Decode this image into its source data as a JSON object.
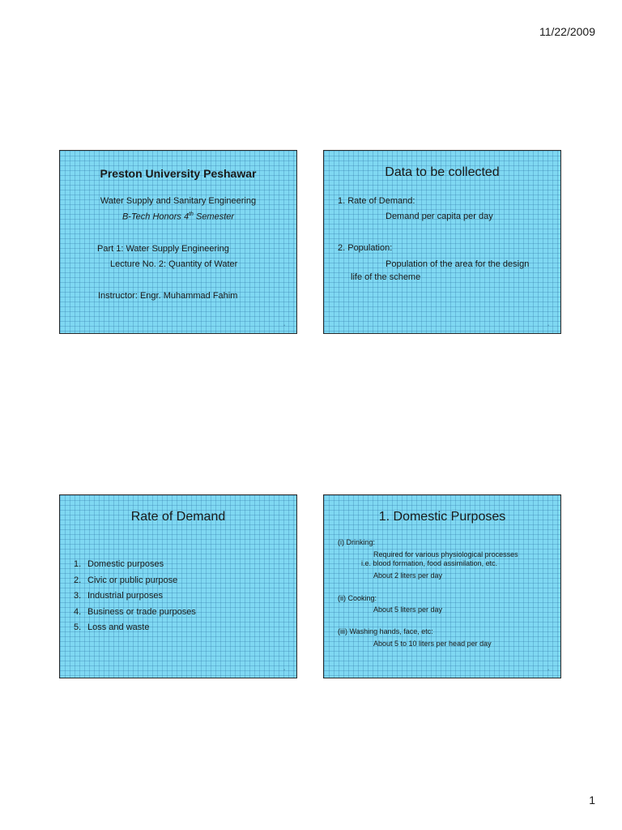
{
  "page": {
    "date": "11/22/2009",
    "number": "1"
  },
  "slide1": {
    "title": "Preston University Peshawar",
    "course": "Water Supply and Sanitary Engineering",
    "semester_prefix": "B-Tech Honors 4",
    "semester_sup": "th",
    "semester_suffix": " Semester",
    "part": "Part 1: Water Supply Engineering",
    "lecture": "Lecture No. 2: Quantity of Water",
    "instructor": "Instructor: Engr. Muhammad Fahim"
  },
  "slide2": {
    "title": "Data to be collected",
    "item1": "1.  Rate of Demand:",
    "item1_detail": "Demand per capita per day",
    "item2": "2. Population:",
    "item2_detail_a": "Population of the area for the design",
    "item2_detail_b": "life of the scheme"
  },
  "slide3": {
    "title": "Rate of Demand",
    "items": [
      {
        "num": "1.",
        "text": "Domestic purposes"
      },
      {
        "num": "2.",
        "text": "Civic or public purpose"
      },
      {
        "num": "3.",
        "text": "Industrial purposes"
      },
      {
        "num": "4.",
        "text": "Business or trade purposes"
      },
      {
        "num": "5.",
        "text": "Loss and waste"
      }
    ]
  },
  "slide4": {
    "title": "1. Domestic Purposes",
    "drinking": "(i)    Drinking:",
    "drinking_detail_a": "Required for various physiological processes",
    "drinking_detail_b": "i.e. blood formation, food assimilation, etc.",
    "drinking_amount": "About 2 liters per day",
    "cooking": "(ii) Cooking:",
    "cooking_amount": "About 5 liters per day",
    "washing": "(iii) Washing hands, face, etc:",
    "washing_amount": "About 5 to 10 liters per head per day"
  }
}
